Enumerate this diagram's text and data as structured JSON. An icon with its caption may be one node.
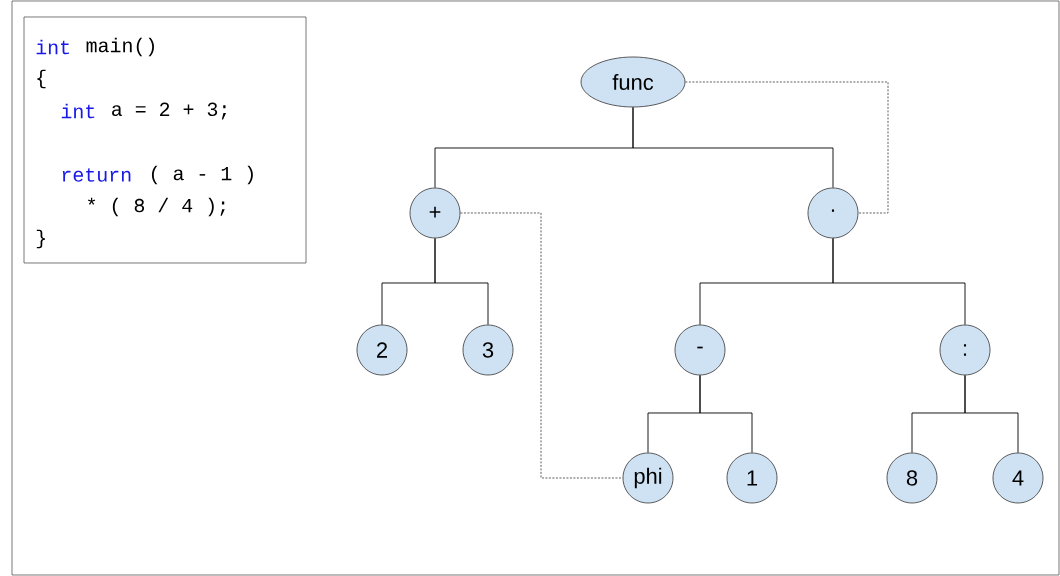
{
  "diagram": {
    "nodes": [
      {
        "text": [
          "int",
          "main()",
          "{",
          "int",
          "a = 2 + 3;",
          "return",
          "( a - 1 )",
          "* ( 8 / 4 );",
          "}"
        ]
      },
      {
        "text": [
          "func"
        ]
      },
      {
        "text": [
          "+"
        ]
      },
      {
        "text": [
          "·"
        ]
      },
      {
        "text": [
          "2"
        ]
      },
      {
        "text": [
          "3"
        ]
      },
      {
        "text": [
          "-"
        ]
      },
      {
        "text": [
          ":"
        ]
      },
      {
        "text": [
          "phi"
        ]
      },
      {
        "text": [
          "1"
        ]
      },
      {
        "text": [
          "8"
        ]
      },
      {
        "text": [
          "4"
        ]
      }
    ],
    "edges": [
      {
        "from": 1,
        "to": 2,
        "arrow": "none"
      },
      {
        "from": 1,
        "to": 3,
        "arrow": "none"
      },
      {
        "from": 2,
        "to": 4,
        "arrow": "none"
      },
      {
        "from": 2,
        "to": 5,
        "arrow": "none"
      },
      {
        "from": 3,
        "to": 6,
        "arrow": "none"
      },
      {
        "from": 3,
        "to": 7,
        "arrow": "none"
      },
      {
        "from": 6,
        "to": 8,
        "arrow": "none"
      },
      {
        "from": 6,
        "to": 9,
        "arrow": "none"
      },
      {
        "from": 7,
        "to": 10,
        "arrow": "none"
      },
      {
        "from": 7,
        "to": 11,
        "arrow": "none"
      },
      {
        "from": 1,
        "to": 3,
        "arrow": "none",
        "style": "dashed"
      },
      {
        "from": 2,
        "to": 8,
        "arrow": "none",
        "style": "dashed"
      }
    ]
  }
}
